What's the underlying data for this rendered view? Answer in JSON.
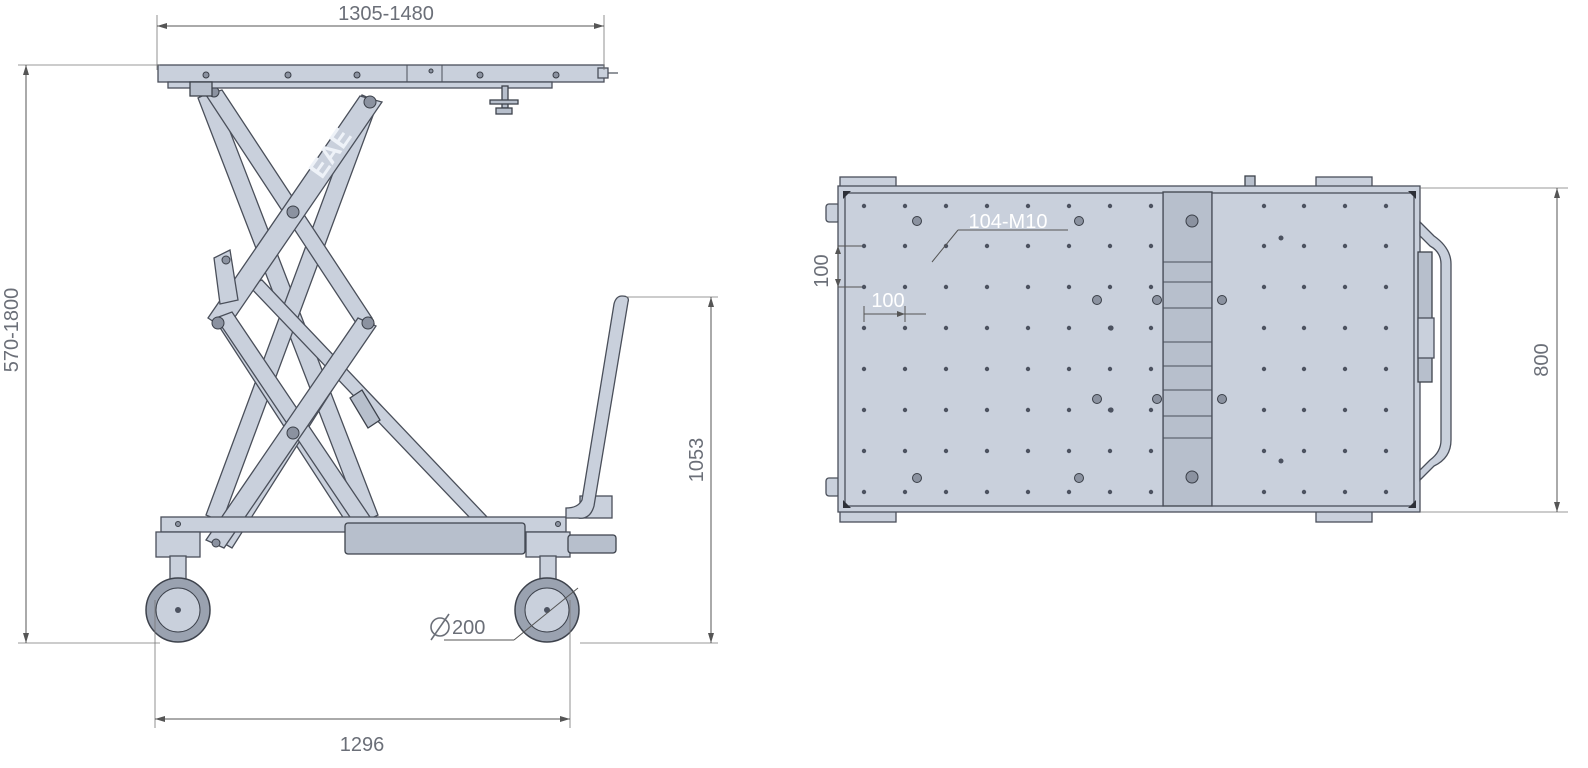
{
  "dimensions": {
    "platform_length": "1305-1480",
    "lift_height": "570-1800",
    "handle_height": "1053",
    "wheelbase": "1296",
    "wheel_diameter": "200",
    "platform_width": "800",
    "hole_pitch_vertical": "100",
    "hole_pitch_horizontal": "100"
  },
  "callouts": {
    "threaded_holes": "104-M10",
    "brand_mark": "EAE"
  },
  "colors": {
    "part_fill": "#c9d0dc",
    "outline": "#4a4f5a",
    "dimension_text": "#6b6f78"
  }
}
